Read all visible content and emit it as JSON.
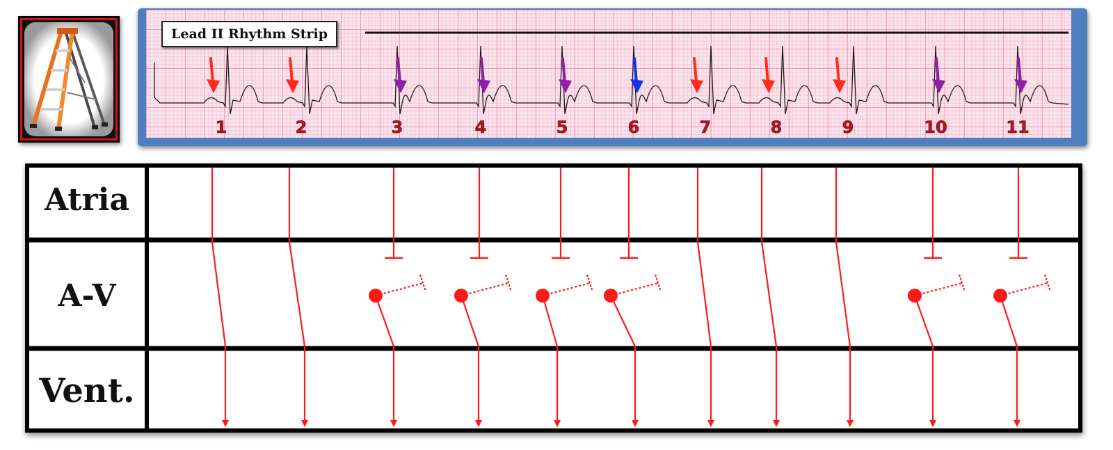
{
  "strip": {
    "title": "Lead II Rhythm Strip",
    "beats": [
      {
        "label": "1",
        "arrow_color": "#ff2a1a"
      },
      {
        "label": "2",
        "arrow_color": "#ff2a1a"
      },
      {
        "label": "3",
        "arrow_color": "#8e1fa6"
      },
      {
        "label": "4",
        "arrow_color": "#8e1fa6"
      },
      {
        "label": "5",
        "arrow_color": "#8e1fa6"
      },
      {
        "label": "6",
        "arrow_color": "#1631e6"
      },
      {
        "label": "7",
        "arrow_color": "#ff2a1a"
      },
      {
        "label": "8",
        "arrow_color": "#ff2a1a"
      },
      {
        "label": "9",
        "arrow_color": "#ff2a1a"
      },
      {
        "label": "10",
        "arrow_color": "#8e1fa6"
      },
      {
        "label": "11",
        "arrow_color": "#8e1fa6"
      }
    ],
    "label_color": "#b8121f"
  },
  "ladder": {
    "rows": [
      {
        "label": "Atria"
      },
      {
        "label": "A-V"
      },
      {
        "label": "Vent."
      }
    ],
    "line_color": "#ff1a1a",
    "beats": [
      {
        "type": "conducted"
      },
      {
        "type": "conducted"
      },
      {
        "type": "junctional"
      },
      {
        "type": "junctional"
      },
      {
        "type": "junctional"
      },
      {
        "type": "junctional"
      },
      {
        "type": "conducted"
      },
      {
        "type": "conducted"
      },
      {
        "type": "conducted"
      },
      {
        "type": "junctional"
      },
      {
        "type": "junctional"
      }
    ]
  },
  "icons": {
    "ladder_icon": "stepladder-icon"
  }
}
